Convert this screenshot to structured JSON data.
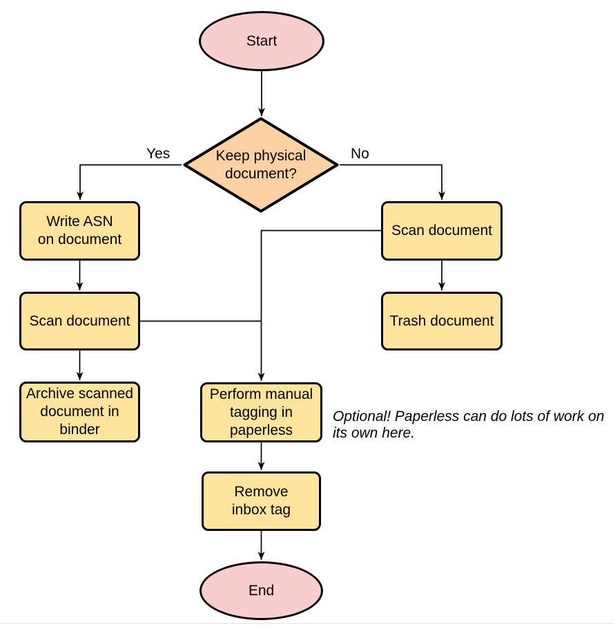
{
  "colors": {
    "terminator_fill": "#f8cecc",
    "decision_fill": "#fcd2a2",
    "process_fill": "#ffe49c",
    "stroke": "#000000",
    "divider": "#ededf2"
  },
  "nodes": {
    "start": {
      "label": "Start",
      "type": "terminator"
    },
    "decision": {
      "label": "Keep physical\ndocument?",
      "type": "decision"
    },
    "write_asn": {
      "label": "Write ASN\non document",
      "type": "process"
    },
    "scan_left": {
      "label": "Scan document",
      "type": "process"
    },
    "archive": {
      "label": "Archive scanned\ndocument in\nbinder",
      "type": "process"
    },
    "scan_right": {
      "label": "Scan document",
      "type": "process"
    },
    "trash": {
      "label": "Trash document",
      "type": "process"
    },
    "perform": {
      "label": "Perform manual\ntagging in\npaperless",
      "type": "process"
    },
    "remove": {
      "label": "Remove\ninbox tag",
      "type": "process"
    },
    "end": {
      "label": "End",
      "type": "terminator"
    }
  },
  "edge_labels": {
    "yes": "Yes",
    "no": "No"
  },
  "note": "Optional! Paperless can do lots of work on\nits own here."
}
